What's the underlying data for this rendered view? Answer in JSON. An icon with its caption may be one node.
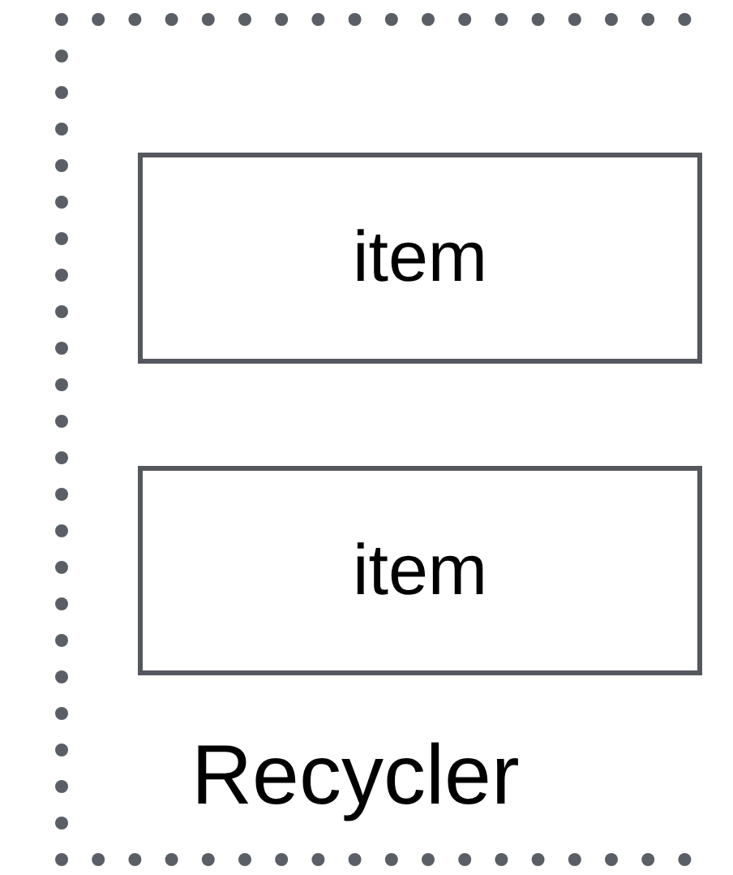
{
  "diagram": {
    "nodes": [
      {
        "text": [
          "Recycler"
        ]
      },
      {
        "text": [
          "item"
        ],
        "in": 0
      },
      {
        "text": [
          "item"
        ],
        "in": 0
      }
    ]
  }
}
